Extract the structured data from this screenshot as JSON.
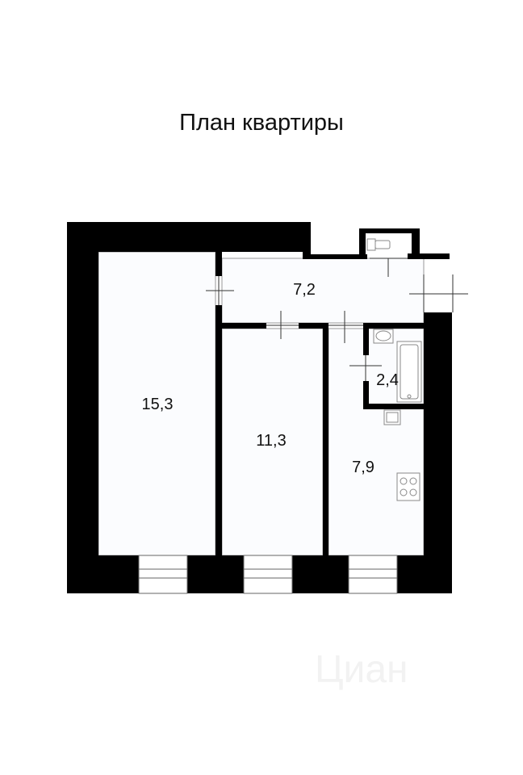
{
  "title": "План квартиры",
  "rooms": [
    {
      "name": "room-left",
      "area": "15,3"
    },
    {
      "name": "room-middle",
      "area": "11,3"
    },
    {
      "name": "kitchen",
      "area": "7,9"
    },
    {
      "name": "hallway",
      "area": "7,2"
    },
    {
      "name": "bathroom",
      "area": "2,4"
    }
  ],
  "watermark": "Циан",
  "colors": {
    "wall": "#000000",
    "floor": "#fbfcfe"
  }
}
